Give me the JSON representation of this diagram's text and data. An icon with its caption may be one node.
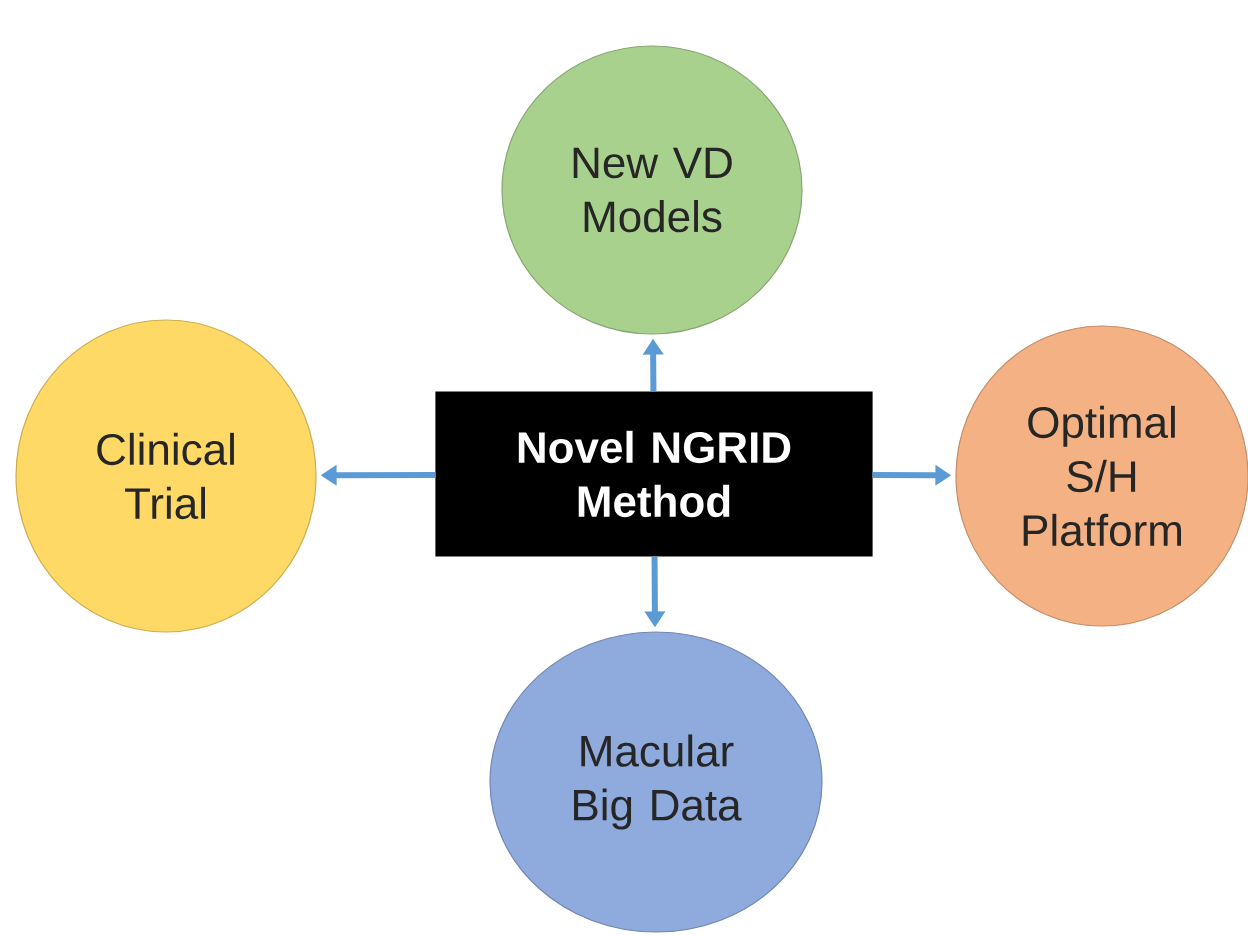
{
  "diagram": {
    "nodes": [
      {
        "text": [
          "New VD Models"
        ]
      },
      {
        "text": [
          "Clinical Trial"
        ]
      },
      {
        "text": [
          "Novel NGRID Method"
        ]
      },
      {
        "text": [
          "Optimal S/H Platform"
        ]
      },
      {
        "text": [
          "Macular Big Data"
        ]
      }
    ],
    "edges": [
      {
        "from": 2,
        "to": 0,
        "arrow": "to"
      },
      {
        "from": 2,
        "to": 1,
        "arrow": "to"
      },
      {
        "from": 2,
        "to": 3,
        "arrow": "to"
      },
      {
        "from": 2,
        "to": 4,
        "arrow": "to"
      }
    ]
  }
}
